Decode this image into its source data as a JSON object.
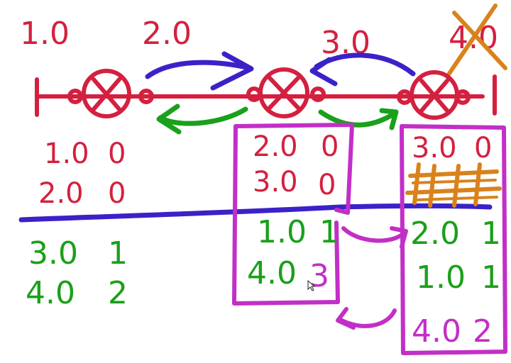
{
  "routers": [
    {
      "name": "1.0"
    },
    {
      "name": "2.0"
    },
    {
      "name": "3.0"
    },
    {
      "name": "4.0"
    }
  ],
  "tables": {
    "router1": {
      "direct": [
        {
          "net": "1.0",
          "hops": "0"
        },
        {
          "net": "2.0",
          "hops": "0"
        }
      ],
      "learned": [
        {
          "net": "3.0",
          "hops": "1"
        },
        {
          "net": "4.0",
          "hops": "2"
        }
      ]
    },
    "router2": {
      "direct": [
        {
          "net": "2.0",
          "hops": "0"
        },
        {
          "net": "3.0",
          "hops": "0"
        }
      ],
      "learned": [
        {
          "net": "1.0",
          "hops": "1"
        },
        {
          "net": "4.0",
          "hops": "3"
        }
      ]
    },
    "router3": {
      "direct": [
        {
          "net": "3.0",
          "hops": "0"
        }
      ],
      "learned": [
        {
          "net": "2.0",
          "hops": "1"
        },
        {
          "net": "1.0",
          "hops": "1"
        },
        {
          "net": "4.0",
          "hops": "2"
        }
      ]
    }
  },
  "colors": {
    "router_ink": "#d4203f",
    "update_arrows": "#3a22c8",
    "reply_arrows": "#1aa01a",
    "table_boxes": "#c22fc7",
    "crossed_out": "#d9821c"
  }
}
